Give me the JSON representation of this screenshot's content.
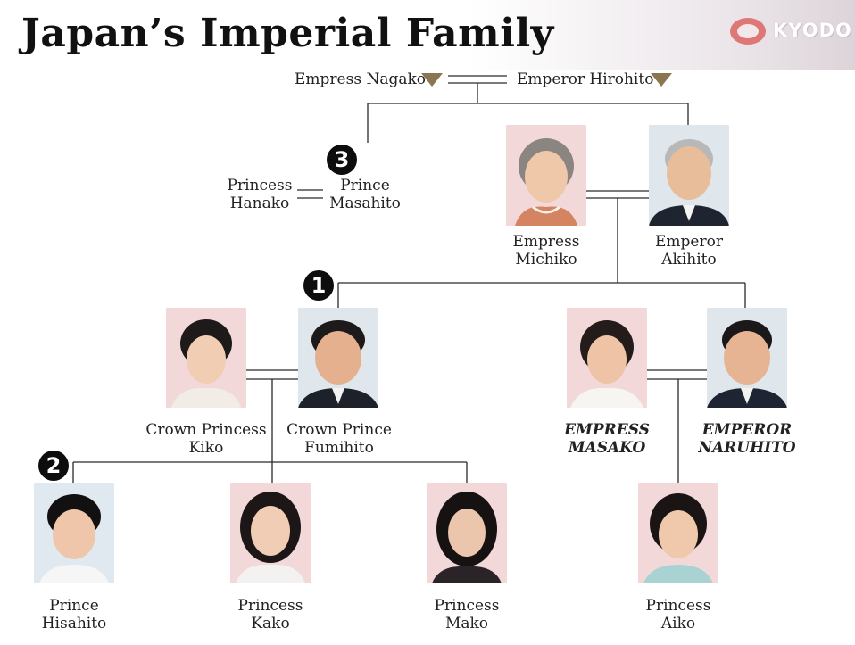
{
  "title": "Japan’s Imperial Family",
  "logo_text": "KYODO",
  "people": {
    "nagako": "Empress Nagako",
    "hirohito": "Emperor Hirohito",
    "hanako": [
      "Princess",
      "Hanako"
    ],
    "masahito": [
      "Prince",
      "Masahito"
    ],
    "michiko": [
      "Empress",
      "Michiko"
    ],
    "akihito": [
      "Emperor",
      "Akihito"
    ],
    "kiko": [
      "Crown Princess",
      "Kiko"
    ],
    "fumihito": [
      "Crown Prince",
      "Fumihito"
    ],
    "masako": [
      "EMPRESS",
      "MASAKO"
    ],
    "naruhito": [
      "EMPEROR",
      "NARUHITO"
    ],
    "hisahito": [
      "Prince",
      "Hisahito"
    ],
    "kako": [
      "Princess",
      "Kako"
    ],
    "mako": [
      "Princess",
      "Mako"
    ],
    "aiko": [
      "Princess",
      "Aiko"
    ]
  },
  "succession_badges": [
    "1",
    "2",
    "3"
  ],
  "colors": {
    "line": "#2a2a2a",
    "deceased_marker": "#8a7650",
    "badge": "#0d0d0d",
    "photo_bg": "#f4dde0"
  },
  "icons": {
    "deceased_marker": "down-triangle",
    "logo_mark": "red-circle-ring"
  }
}
